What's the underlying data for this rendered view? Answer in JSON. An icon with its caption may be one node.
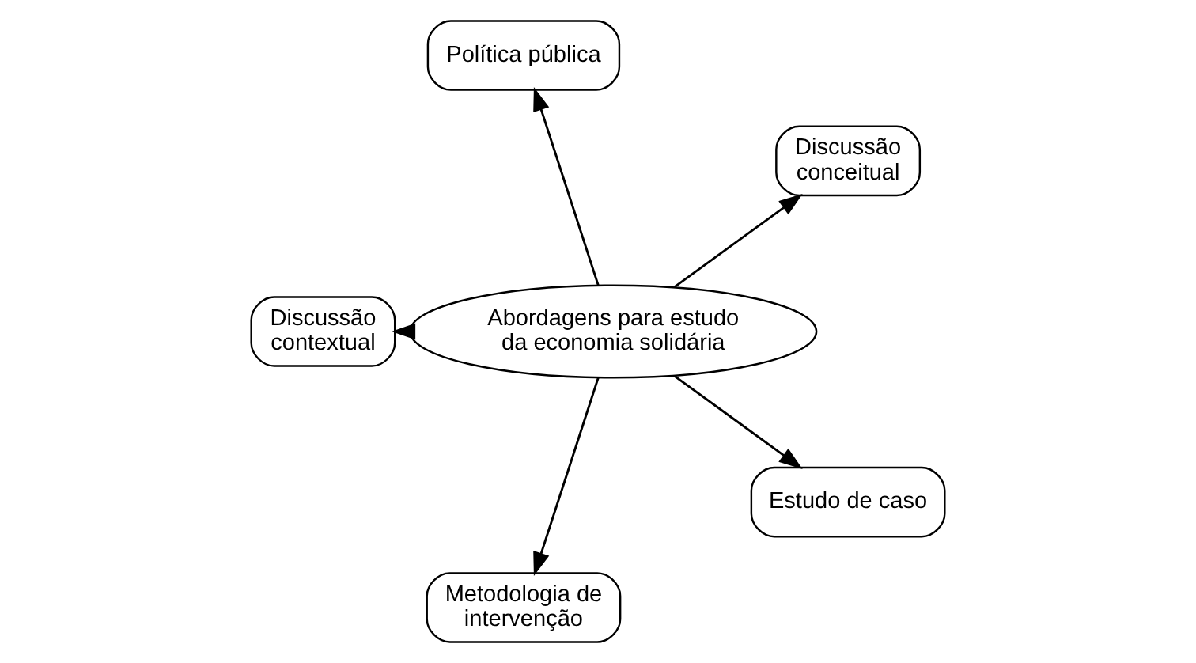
{
  "diagram": {
    "nodes": [
      {
        "text": [
          "Abordagens para estudo da economia solidária"
        ]
      },
      {
        "text": [
          "Discussão conceitual"
        ]
      },
      {
        "text": [
          "Política pública"
        ]
      },
      {
        "text": [
          "Discussão contextual"
        ]
      },
      {
        "text": [
          "Metodologia de intervenção"
        ]
      },
      {
        "text": [
          "Estudo de caso"
        ]
      }
    ],
    "edges": [
      {
        "from": 0,
        "to": 1,
        "arrow": "to"
      },
      {
        "from": 0,
        "to": 2,
        "arrow": "to"
      },
      {
        "from": 0,
        "to": 3,
        "arrow": "to"
      },
      {
        "from": 0,
        "to": 4,
        "arrow": "to"
      },
      {
        "from": 0,
        "to": 5,
        "arrow": "to"
      }
    ]
  }
}
